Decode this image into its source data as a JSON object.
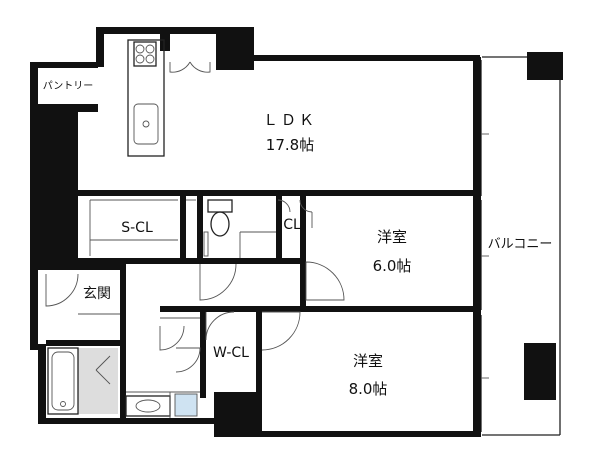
{
  "floorplan": {
    "rooms": {
      "ldk": {
        "name": "ＬＤＫ",
        "size": "17.8帖"
      },
      "western_room_1": {
        "name": "洋室",
        "size": "6.0帖"
      },
      "western_room_2": {
        "name": "洋室",
        "size": "8.0帖"
      },
      "pantry": {
        "name": "パントリー"
      },
      "storage_closet": {
        "name": "S-CL"
      },
      "closet": {
        "name": "CL"
      },
      "walk_in_closet": {
        "name": "W-CL"
      },
      "entrance": {
        "name": "玄関"
      },
      "balcony": {
        "name": "バルコニー"
      }
    },
    "colors": {
      "wall": "#111111",
      "line": "#222222",
      "background": "#ffffff",
      "floor_gray": "#dddddd"
    }
  }
}
